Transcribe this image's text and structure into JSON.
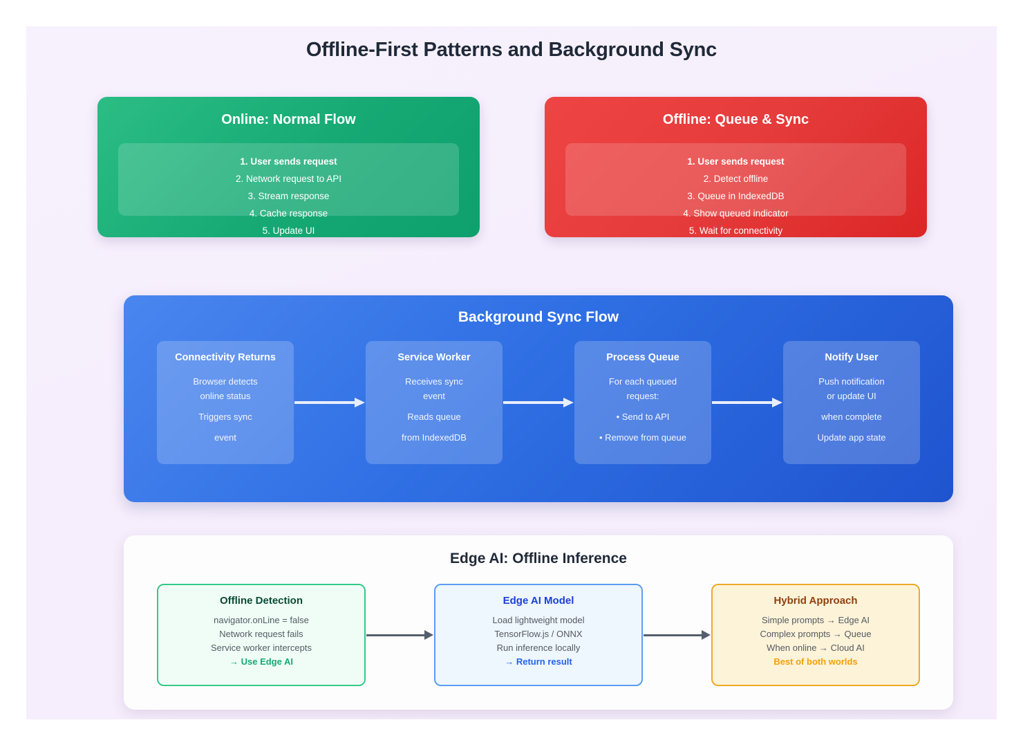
{
  "page": {
    "title": "Offline-First Patterns and Background Sync",
    "background_color": "#f6eefc"
  },
  "state_cards": [
    {
      "name": "online",
      "title": "Online: Normal Flow",
      "color": "#16a974",
      "steps": [
        {
          "text": "1. User sends request",
          "bold": true
        },
        {
          "text": "2. Network request to API",
          "bold": false
        },
        {
          "text": "3. Stream response",
          "bold": false
        },
        {
          "text": "4. Cache response",
          "bold": false
        },
        {
          "text": "5. Update UI",
          "bold": false
        }
      ]
    },
    {
      "name": "offline",
      "title": "Offline: Queue & Sync",
      "color": "#e53b3b",
      "steps": [
        {
          "text": "1. User sends request",
          "bold": true
        },
        {
          "text": "2. Detect offline",
          "bold": false
        },
        {
          "text": "3. Queue in IndexedDB",
          "bold": false
        },
        {
          "text": "4. Show queued indicator",
          "bold": false
        },
        {
          "text": "5. Wait for connectivity",
          "bold": false
        }
      ]
    }
  ],
  "sync_section": {
    "title": "Background Sync Flow",
    "color": "#2f6fe4",
    "cards": [
      {
        "title": "Connectivity Returns",
        "paragraphs": [
          "Browser detects\nonline status",
          "Triggers sync",
          "event"
        ]
      },
      {
        "title": "Service Worker",
        "paragraphs": [
          "Receives sync\nevent",
          "Reads queue",
          "from IndexedDB"
        ]
      },
      {
        "title": "Process Queue",
        "paragraphs": [
          "For each queued\nrequest:",
          "• Send to API",
          "• Remove from queue"
        ]
      },
      {
        "title": "Notify User",
        "paragraphs": [
          "Push notification\nor update UI",
          "when complete",
          "Update app state"
        ]
      }
    ]
  },
  "edge_section": {
    "title": "Edge AI: Offline Inference",
    "cards": [
      {
        "theme": "mint",
        "title": "Offline Detection",
        "title_color": "#0c4a36",
        "border_color": "#34c98a",
        "background_color": "#f0fdf6",
        "lines": [
          {
            "text": "navigator.onLine = false",
            "accent": false
          },
          {
            "text": "Network request fails",
            "accent": false
          },
          {
            "text": "Service worker intercepts",
            "accent": false
          },
          {
            "text": "→ Use Edge AI",
            "accent": true
          }
        ]
      },
      {
        "theme": "sky",
        "title": "Edge AI Model",
        "title_color": "#1b3fd8",
        "border_color": "#5b9cf5",
        "background_color": "#eef6fe",
        "lines": [
          {
            "text": "Load lightweight model",
            "accent": false
          },
          {
            "text": "TensorFlow.js / ONNX",
            "accent": false
          },
          {
            "text": "Run inference locally",
            "accent": false
          },
          {
            "text": "→ Return result",
            "accent": true
          }
        ]
      },
      {
        "theme": "amber",
        "title": "Hybrid Approach",
        "title_color": "#92400e",
        "border_color": "#edaa28",
        "background_color": "#fdf3d8",
        "lines": [
          {
            "text": "Simple prompts → Edge AI",
            "accent": false
          },
          {
            "text": "Complex prompts → Queue",
            "accent": false
          },
          {
            "text": "When online → Cloud AI",
            "accent": false
          },
          {
            "text": "Best of both worlds",
            "accent": true
          }
        ]
      }
    ]
  }
}
